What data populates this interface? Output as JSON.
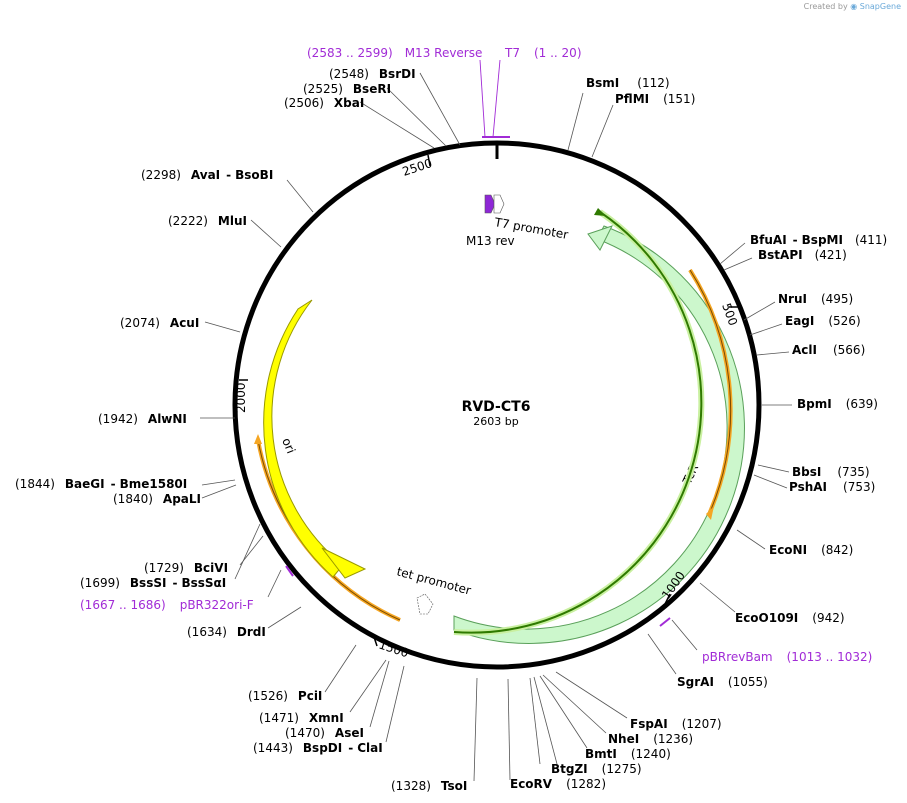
{
  "credit": {
    "prefix": "Created by",
    "brand": "SnapGene"
  },
  "plasmid": {
    "name": "RVD-CT6",
    "length": "2603 bp"
  },
  "ticks": [
    "500",
    "1000",
    "1500",
    "2000",
    "2500"
  ],
  "sites": {
    "bsmI": {
      "name": "BsmI",
      "pos": "(112)"
    },
    "pflMI": {
      "name": "PflMI",
      "pos": "(151)"
    },
    "bfuAI": {
      "name": "BfuAI",
      "sep": "-",
      "name2": "BspMI",
      "pos": "(411)"
    },
    "bstAPI": {
      "name": "BstAPI",
      "pos": "(421)"
    },
    "nruI": {
      "name": "NruI",
      "pos": "(495)"
    },
    "eagI": {
      "name": "EagI",
      "pos": "(526)"
    },
    "aclI": {
      "name": "AclI",
      "pos": "(566)"
    },
    "bpmI": {
      "name": "BpmI",
      "pos": "(639)"
    },
    "bbsI": {
      "name": "BbsI",
      "pos": "(735)"
    },
    "pshAI": {
      "name": "PshAI",
      "pos": "(753)"
    },
    "ecoNI": {
      "name": "EcoNI",
      "pos": "(842)"
    },
    "ecoO109I": {
      "name": "EcoO109I",
      "pos": "(942)"
    },
    "sgrAI": {
      "name": "SgrAI",
      "pos": "(1055)"
    },
    "fspAI": {
      "name": "FspAI",
      "pos": "(1207)"
    },
    "nheI": {
      "name": "NheI",
      "pos": "(1236)"
    },
    "bmtI": {
      "name": "BmtI",
      "pos": "(1240)"
    },
    "btgZI": {
      "name": "BtgZI",
      "pos": "(1275)"
    },
    "ecoRV": {
      "name": "EcoRV",
      "pos": "(1282)"
    },
    "tsoI": {
      "name": "TsoI",
      "pos": "(1328)"
    },
    "bspDI": {
      "name": "BspDI",
      "sep": "-",
      "name2": "ClaI",
      "pos": "(1443)"
    },
    "aseI": {
      "name": "AseI",
      "pos": "(1470)"
    },
    "xmnI": {
      "name": "XmnI",
      "pos": "(1471)"
    },
    "pciI": {
      "name": "PciI",
      "pos": "(1526)"
    },
    "drdI": {
      "name": "DrdI",
      "pos": "(1634)"
    },
    "bssSI": {
      "name": "BssSI",
      "sep": "-",
      "name2": "BssSαI",
      "pos": "(1699)"
    },
    "bciVI": {
      "name": "BciVI",
      "pos": "(1729)"
    },
    "apaLI": {
      "name": "ApaLI",
      "pos": "(1840)"
    },
    "baeGI": {
      "name": "BaeGI",
      "sep": "-",
      "name2": "Bme1580I",
      "pos": "(1844)"
    },
    "alwNI": {
      "name": "AlwNI",
      "pos": "(1942)"
    },
    "acuI": {
      "name": "AcuI",
      "pos": "(2074)"
    },
    "mluI": {
      "name": "MluI",
      "pos": "(2222)"
    },
    "avaI": {
      "name": "AvaI",
      "sep": "-",
      "name2": "BsoBI",
      "pos": "(2298)"
    },
    "xbaI": {
      "name": "XbaI",
      "pos": "(2506)"
    },
    "bseRI": {
      "name": "BseRI",
      "pos": "(2525)"
    },
    "bsrDI": {
      "name": "BsrDI",
      "pos": "(2548)"
    }
  },
  "primers": {
    "m13rev": {
      "range": "(2583 .. 2599)",
      "name": "M13 Reverse"
    },
    "t7": {
      "name": "T7",
      "range": "(1 .. 20)"
    },
    "pbrrevbam": {
      "name": "pBRrevBam",
      "range": "(1013 .. 1032)"
    },
    "pbr322ori": {
      "range": "(1667 .. 1686)",
      "name": "pBR322ori-F"
    }
  },
  "features": {
    "t7_promoter": "T7 promoter",
    "m13_rev": "M13 rev",
    "tcr": "TcR",
    "ori": "ori",
    "tet_promoter": "tet promoter"
  },
  "colors": {
    "backbone": "#000000",
    "tcr": "#ccf7cc",
    "ori": "#ffff00",
    "orf": "#f5a623",
    "orf_inner": "#2f7a00",
    "primer": "#a12bd6",
    "m13": "#8e27d6"
  }
}
